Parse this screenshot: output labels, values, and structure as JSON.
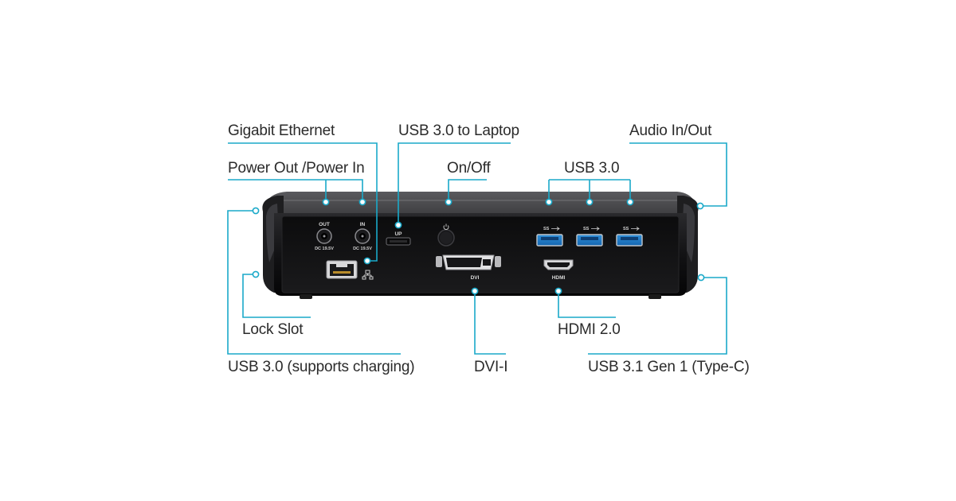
{
  "accent_color": "#1aa9c9",
  "callouts": {
    "gigabit_ethernet": "Gigabit Ethernet",
    "usb_to_laptop": "USB 3.0 to Laptop",
    "audio": "Audio In/Out",
    "power": "Power Out /Power In",
    "onoff": "On/Off",
    "usb30_top": "USB 3.0",
    "lock_slot": "Lock Slot",
    "hdmi20": "HDMI 2.0",
    "usb30_charging": "USB 3.0 (supports charging)",
    "dvi_i": "DVI-I",
    "usb31": "USB 3.1 Gen 1 (Type-C)"
  },
  "port_labels": {
    "out": "OUT",
    "in": "IN",
    "dc1": "DC 19.5V",
    "dc2": "DC 19.5V",
    "up": "UP",
    "dvi": "DVI",
    "hdmi": "HDMI",
    "ss1": "SS",
    "ss2": "SS",
    "ss3": "SS"
  },
  "icons": [
    "power-icon",
    "network-icon",
    "superspeed-usb-icon"
  ]
}
